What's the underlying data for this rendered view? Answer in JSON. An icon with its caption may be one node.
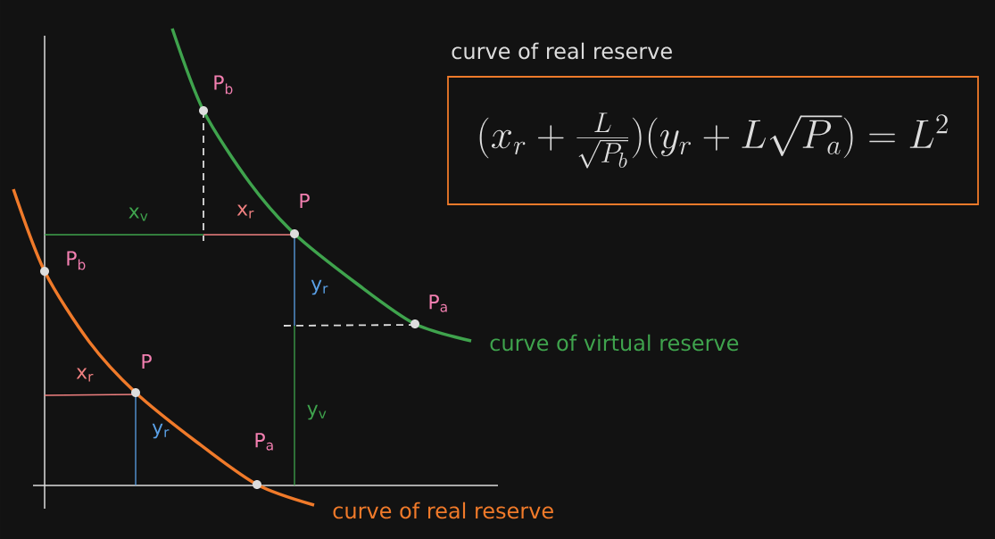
{
  "diagram": {
    "nodes": [
      {
        "text": [
          "curve of real reserve",
          "(x_r + \\frac{L}{\\sqrt{P_b}})(y_r + L\\sqrt{P_a}) = L^2"
        ]
      }
    ],
    "labels": [
      "P$_{b}$",
      "x$_{v}$",
      "x$_{r}$",
      "P",
      "P$_{b}$",
      "y$_{r}$",
      "P$_{a}$",
      "curve of virtual reserve",
      "x$_{r}$",
      "P",
      "y$_{r}$",
      "y$_{v}$",
      "P$_{a}$",
      "curve of real reserve"
    ]
  }
}
